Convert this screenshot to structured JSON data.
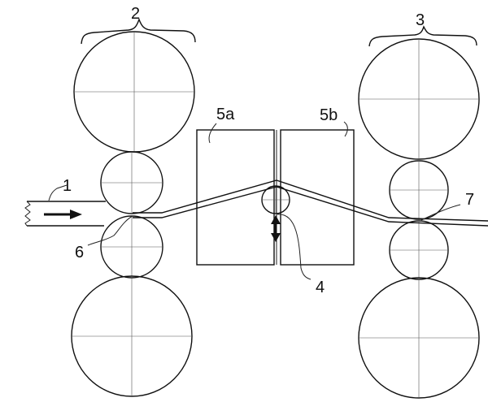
{
  "diagram": {
    "labels": {
      "strip": "1",
      "stand_left": "2",
      "stand_right": "3",
      "roll_deflector": "4",
      "box_left": "5a",
      "box_right": "5b",
      "contact_left": "6",
      "contact_right": "7"
    },
    "colors": {
      "ink": "#111111",
      "background": "#ffffff"
    }
  }
}
